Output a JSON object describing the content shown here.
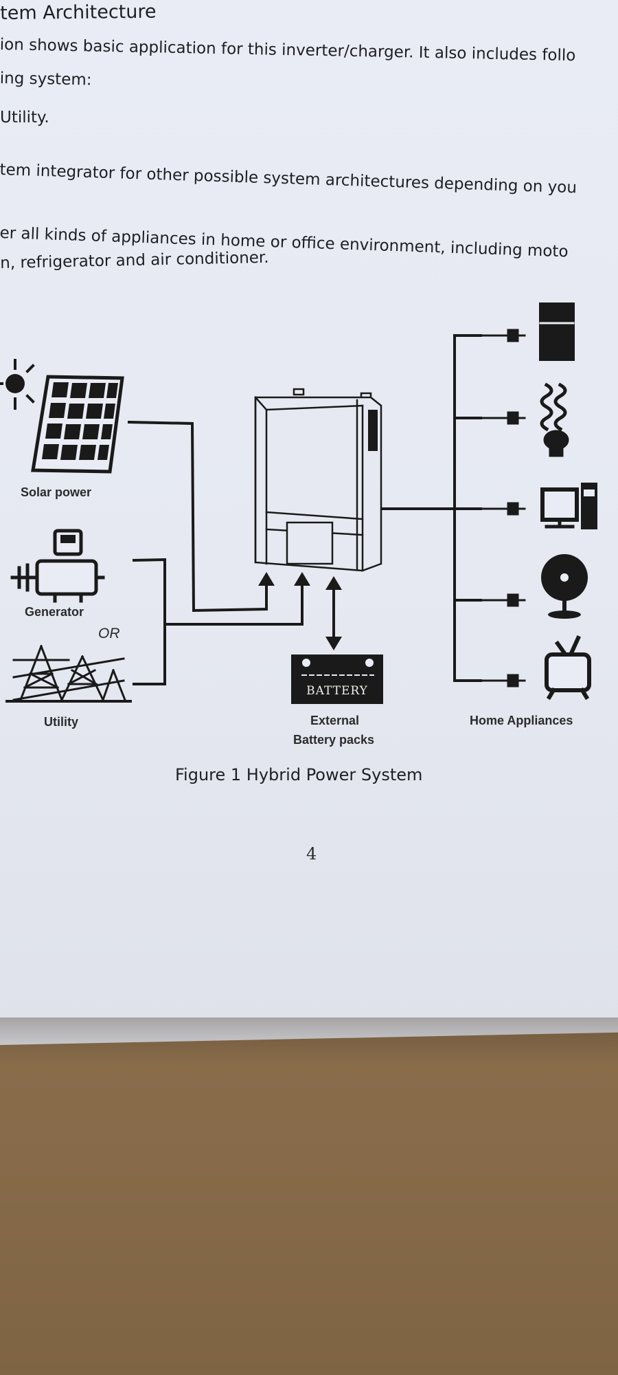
{
  "document": {
    "heading": "tem Architecture",
    "lines": [
      "ion shows basic application for this inverter/charger. It also includes follo",
      "ing system:",
      "Utility.",
      "tem integrator for other possible system architectures depending on you",
      "er all kinds of appliances in home or office environment, including moto",
      "n, refrigerator and air conditioner."
    ]
  },
  "figure": {
    "caption": "Figure 1 Hybrid Power System",
    "labels": {
      "solar": "Solar power",
      "generator": "Generator",
      "or": "OR",
      "utility": "Utility",
      "battery_text": "BATTERY",
      "battery_caption_1": "External",
      "battery_caption_2": "Battery packs",
      "appliances": "Home Appliances"
    }
  },
  "page_number": "4"
}
